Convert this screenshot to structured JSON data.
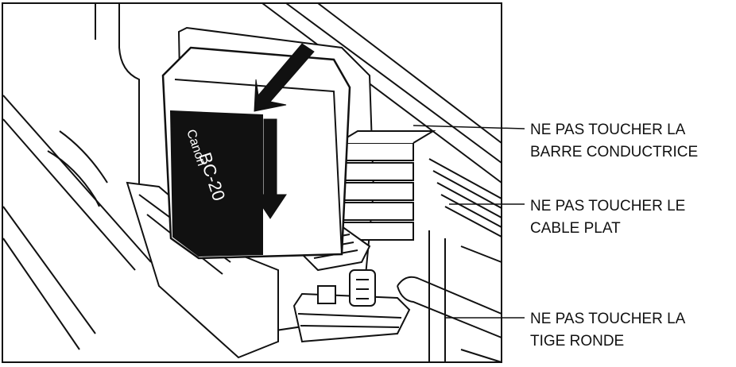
{
  "callouts": [
    {
      "line1": "NE PAS TOUCHER LA",
      "line2": "BARRE CONDUCTRICE"
    },
    {
      "line1": "NE PAS TOUCHER LE",
      "line2": "CABLE PLAT"
    },
    {
      "line1": "NE PAS TOUCHER LA",
      "line2": "TIGE RONDE"
    }
  ],
  "cartridge": {
    "brand": "Canon",
    "model": "BC-20"
  },
  "colors": {
    "ink": "#111111",
    "paper": "#ffffff"
  }
}
